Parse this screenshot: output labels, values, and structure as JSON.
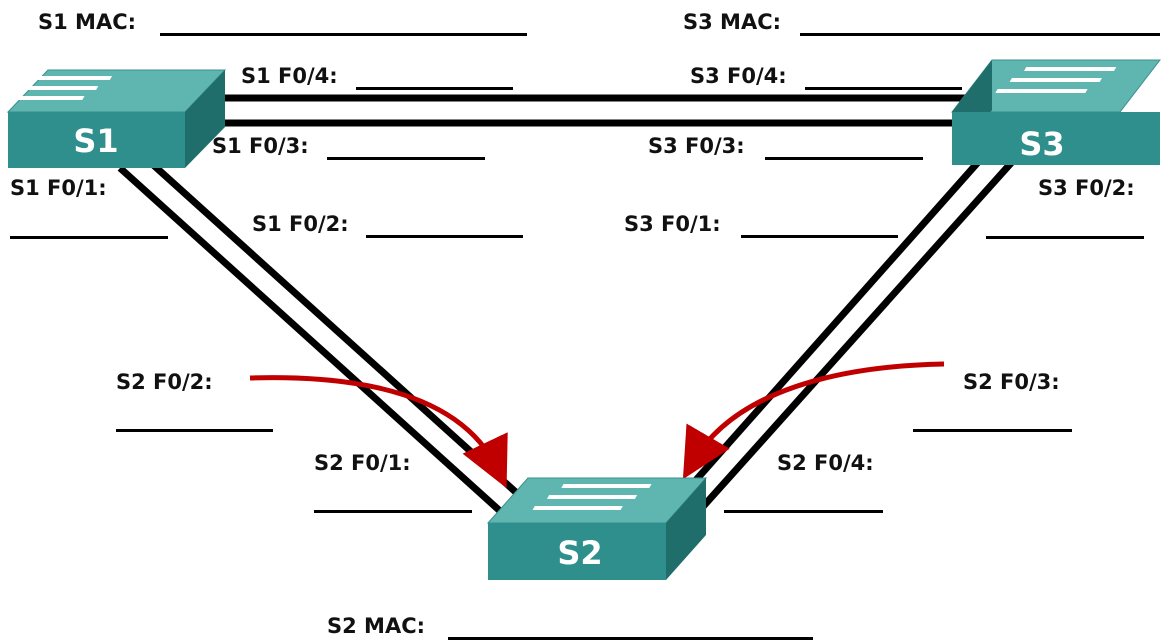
{
  "switches": {
    "s1": {
      "name": "S1"
    },
    "s2": {
      "name": "S2"
    },
    "s3": {
      "name": "S3"
    }
  },
  "labels": {
    "s1_mac": "S1 MAC:",
    "s3_mac": "S3 MAC:",
    "s2_mac": "S2 MAC:",
    "s1_f04": "S1 F0/4:",
    "s3_f04": "S3 F0/4:",
    "s1_f03": "S1 F0/3:",
    "s3_f03": "S3 F0/3:",
    "s1_f01": "S1 F0/1:",
    "s3_f02": "S3 F0/2:",
    "s1_f02": "S1 F0/2:",
    "s3_f01": "S3 F0/1:",
    "s2_f02": "S2 F0/2:",
    "s2_f03": "S2 F0/3:",
    "s2_f01": "S2 F0/1:",
    "s2_f04": "S2 F0/4:"
  },
  "colors": {
    "switch_top": "#5fb5b0",
    "switch_front": "#2e8f8c",
    "switch_side": "#1f6e6b",
    "cable": "#000000",
    "arrow": "#c00000"
  }
}
